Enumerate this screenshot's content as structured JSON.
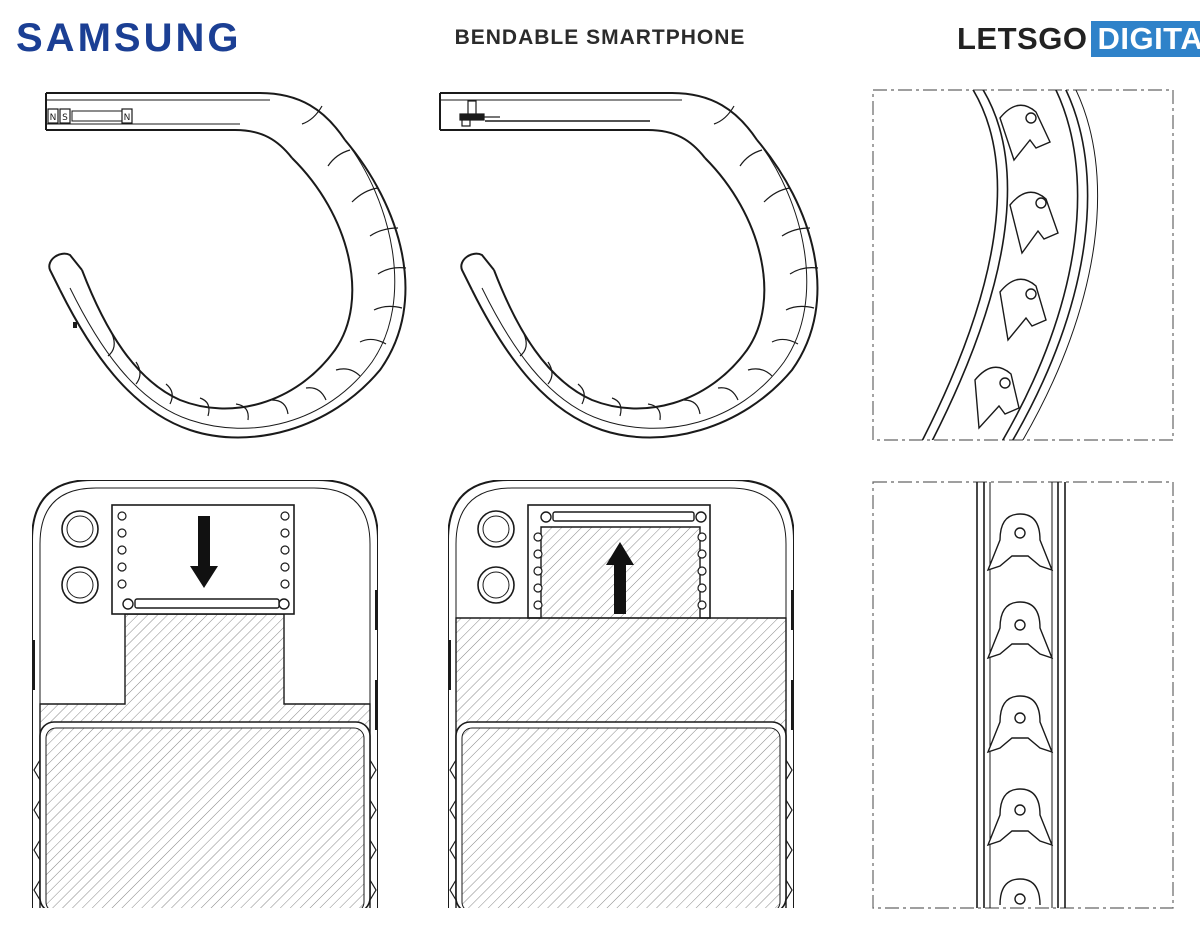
{
  "header": {
    "brand_logo_text": "SAMSUNG",
    "title": "BENDABLE SMARTPHONE",
    "site_logo_part1": "LETSGO",
    "site_logo_part2": "DIGITAL"
  },
  "colors": {
    "brand_blue": "#1b3f94",
    "site_blue": "#2f82c9",
    "line": "#1a1a1a",
    "hatch": "#888888"
  },
  "figures": {
    "band_left": {
      "inserts": [
        "N",
        "S",
        "N"
      ]
    },
    "phone_left": {
      "arrow_direction": "down"
    },
    "phone_middle": {
      "arrow_direction": "up"
    }
  }
}
